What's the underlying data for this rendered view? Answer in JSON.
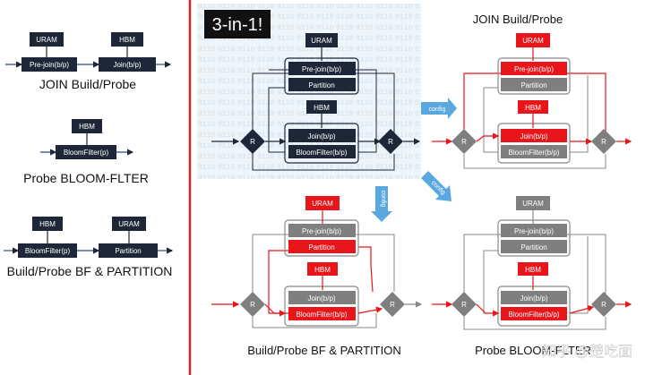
{
  "left_panel": {
    "join": {
      "uram": "URAM",
      "hbm": "HBM",
      "prejoin": "Pre-join(b/p)",
      "join": "Join(b/p)",
      "title": "JOIN Build/Probe"
    },
    "bloom": {
      "hbm": "HBM",
      "filter": "BloomFilter(p)",
      "title": "Probe BLOOM-FLTER"
    },
    "bfpart": {
      "hbm": "HBM",
      "uram": "URAM",
      "filter": "BloomFilter(p)",
      "partition": "Partition",
      "title": "Build/Probe BF & PARTITION"
    }
  },
  "center": {
    "badge": "3-in-1!",
    "uram": "URAM",
    "prejoin": "Pre-join(b/p)",
    "partition": "Partition",
    "hbm": "HBM",
    "join": "Join(b/p)",
    "bloomfilter": "BloomFilter(b/p)",
    "r": "R",
    "config1": "config",
    "config2": "config",
    "config3": "config"
  },
  "right_top": {
    "title": "JOIN Build/Probe",
    "uram": "URAM",
    "prejoin": "Pre-join(b/p)",
    "partition": "Partition",
    "hbm": "HBM",
    "join": "Join(b/p)",
    "bloomfilter": "BloomFilter(b/p)",
    "r": "R"
  },
  "bottom_left": {
    "title": "Build/Probe BF & PARTITION",
    "uram": "URAM",
    "prejoin": "Pre-join(b/p)",
    "partition": "Partition",
    "hbm": "HBM",
    "join": "Join(b/p)",
    "bloomfilter": "BloomFilter(b/p)",
    "r": "R"
  },
  "bottom_right": {
    "title": "Probe BLOOM-FLTER",
    "uram": "URAM",
    "prejoin": "Pre-join(b/p)",
    "partition": "Partition",
    "hbm": "HBM",
    "join": "Join(b/p)",
    "bloomfilter": "BloomFilter(b/p)",
    "r": "R"
  },
  "watermark": "知乎 @楚吃面",
  "colors": {
    "dark": "#1e2738",
    "red": "#e8151b",
    "gray": "#7f7f7f",
    "divider": "#d42027",
    "arrow_blue": "#5aa8e0"
  }
}
